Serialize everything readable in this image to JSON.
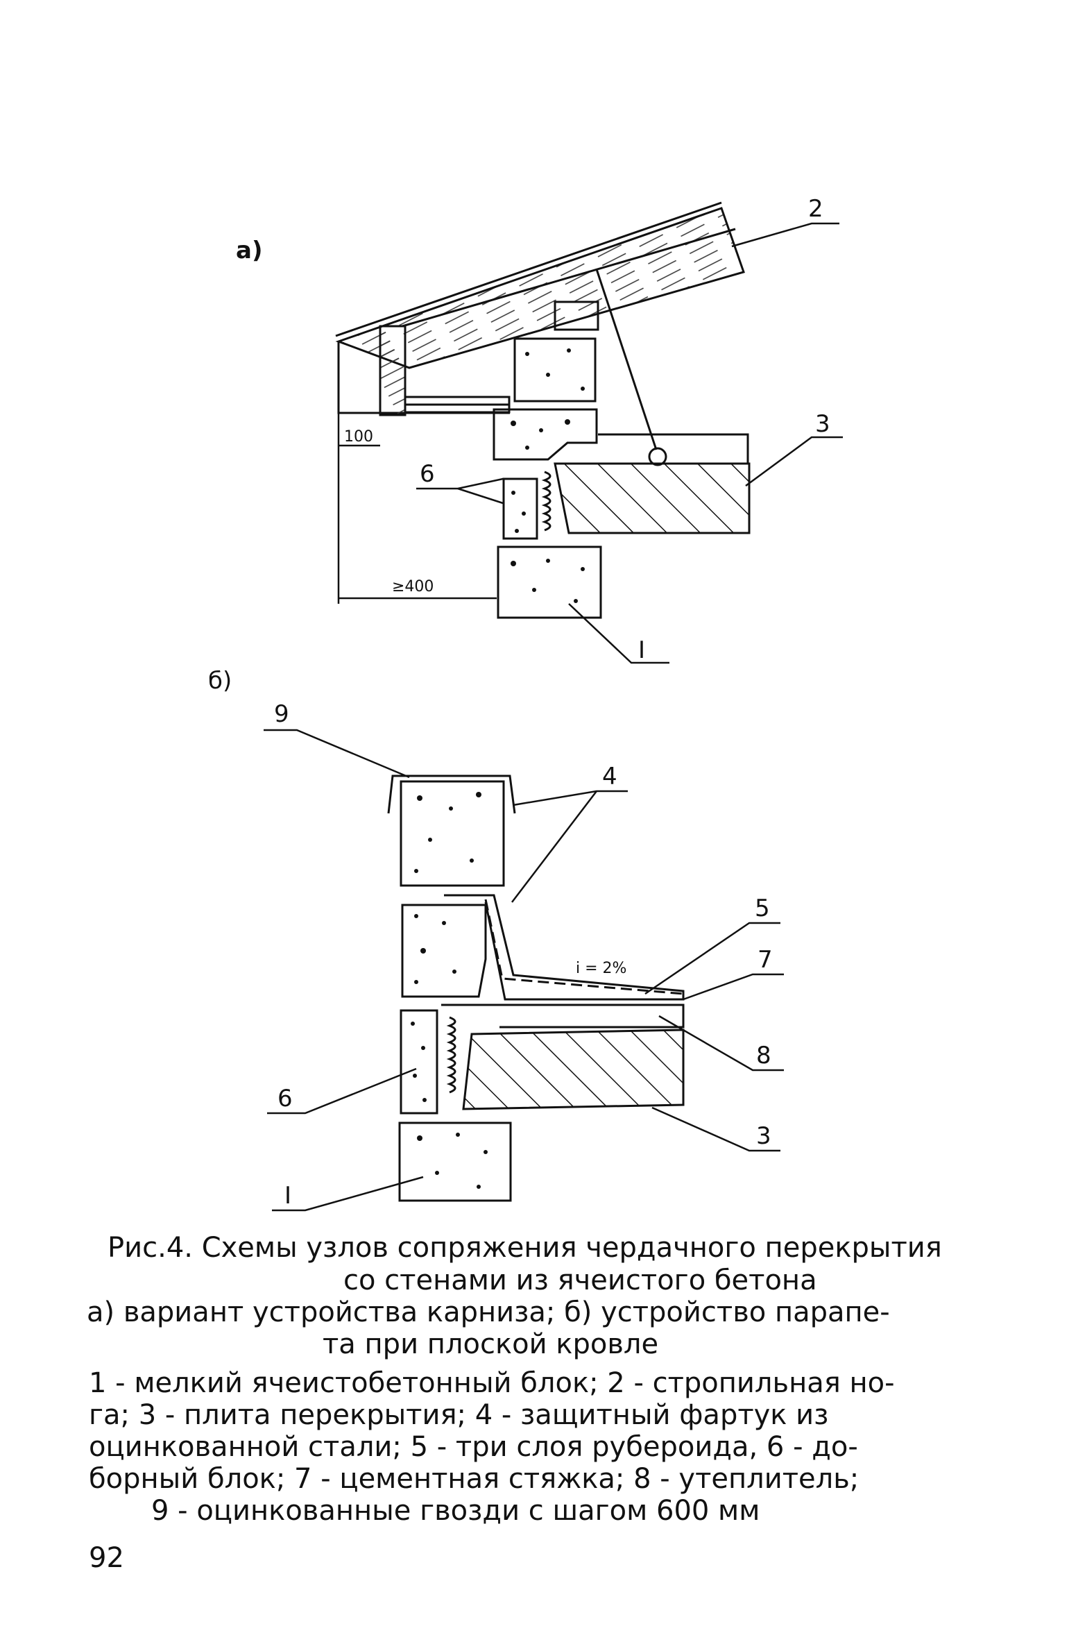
{
  "figure": {
    "panel_a_label": "а)",
    "panel_b_label": "б)",
    "callouts_a": {
      "c2": "2",
      "c3": "3",
      "c6": "6",
      "c1": "I",
      "dim100": "100",
      "dim400": "≥400"
    },
    "callouts_b": {
      "c9": "9",
      "c4": "4",
      "c5": "5",
      "c7": "7",
      "c8": "8",
      "c6": "6",
      "c3": "3",
      "c1": "I",
      "slope": "i = 2%"
    }
  },
  "caption": {
    "title_line1": "Рис.4. Схемы узлов сопряжения чердачного перекрытия",
    "title_line2": "со стенами из ячеистого бетона",
    "variants_line1": "а) вариант устройства карниза; б) устройство парапе-",
    "variants_line2": "та при плоской кровле",
    "legend_line1": "1 - мелкий ячеистобетонный блок; 2 - стропильная но-",
    "legend_line2": "га; 3 - плита перекрытия; 4 - защитный фартук из",
    "legend_line3": "оцинкованной стали; 5 - три слоя рубероида, 6 - до-",
    "legend_line4": "борный блок; 7 - цементная стяжка; 8 - утеплитель;",
    "legend_line5": "9 - оцинкованные гвозди с шагом 600 мм"
  },
  "page_number": "92"
}
